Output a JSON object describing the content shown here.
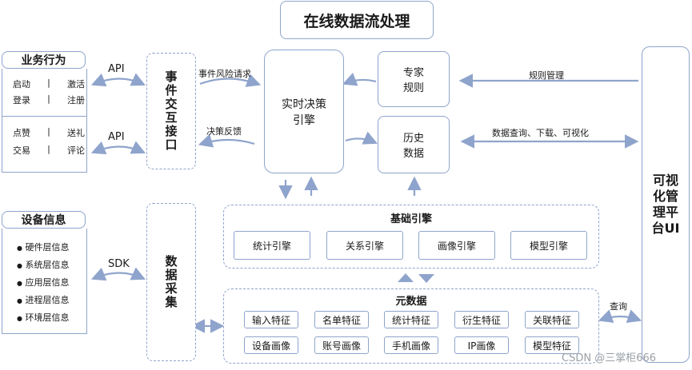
{
  "title": "在线数据流处理",
  "business": {
    "title": "业务行为",
    "rows_top": [
      [
        "启动",
        "|",
        "激活"
      ],
      [
        "登录",
        "|",
        "注册"
      ]
    ],
    "rows_bottom": [
      [
        "点赞",
        "|",
        "送礼"
      ],
      [
        "交易",
        "|",
        "评论"
      ]
    ]
  },
  "device": {
    "title": "设备信息",
    "items": [
      "硬件层信息",
      "系统层信息",
      "应用层信息",
      "进程层信息",
      "环境层信息"
    ],
    "bullet": "●"
  },
  "labels": {
    "api1": "API",
    "api2": "API",
    "sdk": "SDK",
    "risk_request": "事件风险请求",
    "decision_feedback": "决策反馈",
    "rule_manage": "规则管理",
    "data_query": "数据查询、下载、可视化",
    "query": "查询"
  },
  "event_interface": "事件交互接口",
  "data_collection": "数据采集",
  "realtime_engine": [
    "实时决策",
    "引擎"
  ],
  "expert_rules": [
    "专家",
    "规则"
  ],
  "history_data": [
    "历史",
    "数据"
  ],
  "viz_platform": "可视化管理平台UI",
  "base_engine": {
    "title": "基础引擎",
    "items": [
      "统计引擎",
      "关系引擎",
      "画像引擎",
      "模型引擎"
    ]
  },
  "meta": {
    "title": "元数据",
    "row1": [
      "输入特征",
      "名单特征",
      "统计特征",
      "衍生特征",
      "关联特征"
    ],
    "row2": [
      "设备画像",
      "账号画像",
      "手机画像",
      "IP画像",
      "模型特征"
    ]
  },
  "watermark": "CSDN @三掌柜666",
  "colors": {
    "border": "#8fa4cc",
    "arrow": "#8fa4cc"
  }
}
